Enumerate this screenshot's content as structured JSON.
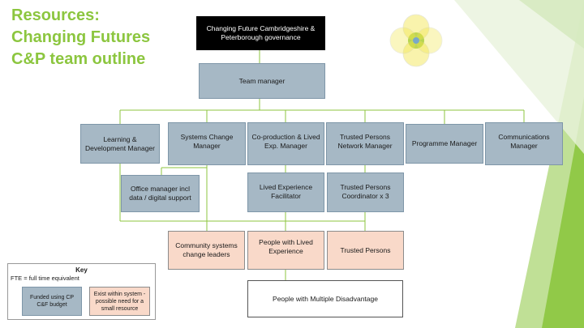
{
  "title": {
    "line1": "Resources:",
    "line2": "Changing Futures",
    "line3": "C&P team outline"
  },
  "nodes": {
    "governance": "Changing Future Cambridgeshire & Peterborough governance",
    "team_manager": "Team manager",
    "learning_dev": "Learning & Development Manager",
    "systems_change": "Systems Change Manager",
    "coproduction": "Co-production & Lived Exp. Manager",
    "trusted_network": "Trusted Persons Network Manager",
    "programme": "Programme Manager",
    "communications": "Communications Manager",
    "office_manager": "Office manager incl data / digital support",
    "lived_facilitator": "Lived Experience Facilitator",
    "trusted_coordinator": "Trusted Persons Coordinator x 3",
    "community_leaders": "Community systems change leaders",
    "people_lived": "People with Lived Experience",
    "trusted_persons": "Trusted Persons",
    "people_multiple": "People with Multiple Disadvantage"
  },
  "key": {
    "title": "Key",
    "fte": "FTE = full time equivalent",
    "funded": "Funded using CP C&F budget",
    "exist": "Exist within system - possible need for a small resource"
  },
  "colors": {
    "accent_green": "#8cc63f",
    "funded_fill": "#a6b8c5",
    "exist_fill": "#f9d9c9",
    "connector": "#8cc63f"
  },
  "icons": {
    "logo": "overlapping-circles-flower-icon"
  }
}
